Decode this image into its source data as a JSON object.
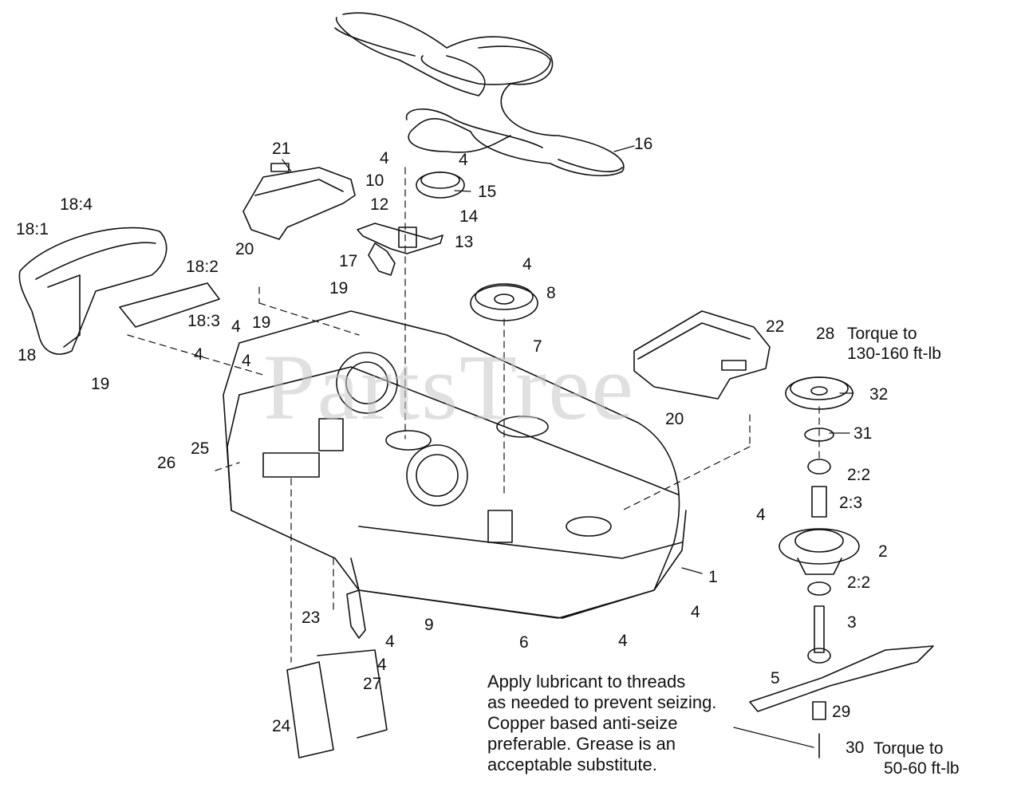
{
  "watermark": "PartsTree",
  "callouts": [
    "16",
    "4",
    "4",
    "21",
    "10",
    "15",
    "12",
    "14",
    "18:4",
    "13",
    "18:1",
    "20",
    "17",
    "4",
    "18:2",
    "19",
    "8",
    "18:3",
    "4",
    "19",
    "22",
    "28",
    "4",
    "4",
    "7",
    "18",
    "19",
    "32",
    "20",
    "31",
    "26",
    "25",
    "2:2",
    "2:3",
    "4",
    "2",
    "1",
    "2:2",
    "23",
    "9",
    "4",
    "4",
    "4",
    "3",
    "6",
    "4",
    "27",
    "5",
    "29",
    "24",
    "30"
  ],
  "torque_top": [
    "Torque to",
    "130-160 ft-lb"
  ],
  "torque_bottom": [
    "Torque to",
    "50-60 ft-lb"
  ],
  "note_lines": [
    "Apply lubricant to threads",
    "as needed to prevent seizing.",
    "Copper  based anti-seize",
    "preferable. Grease is an",
    "acceptable substitute."
  ]
}
